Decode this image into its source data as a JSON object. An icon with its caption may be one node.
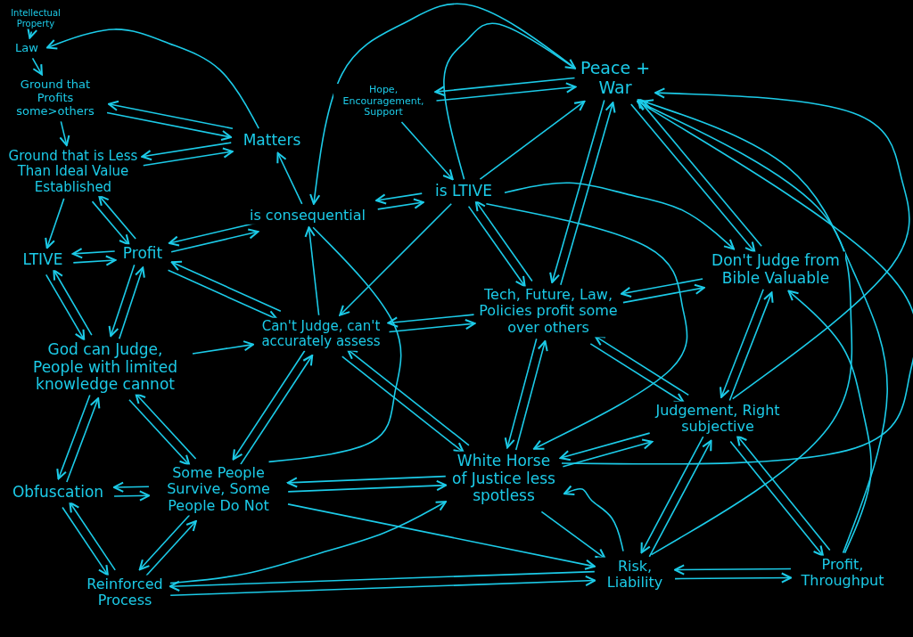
{
  "diagram": {
    "nodes": [
      {
        "text": [
          "Intellectual Property"
        ]
      },
      {
        "text": [
          "Law"
        ]
      },
      {
        "text": [
          "Ground that Profits some>others"
        ]
      },
      {
        "text": [
          "Ground that is Less Than Ideal Value Established"
        ]
      },
      {
        "text": [
          "Matters"
        ]
      },
      {
        "text": [
          "Hope, Encouragement, Support"
        ]
      },
      {
        "text": [
          "Peace + War"
        ]
      },
      {
        "text": [
          "is consequential"
        ]
      },
      {
        "text": [
          "is LTIVE"
        ]
      },
      {
        "text": [
          "LTIVE"
        ]
      },
      {
        "text": [
          "Profit"
        ]
      },
      {
        "text": [
          "Tech, Future, Law, Policies profit some over others"
        ]
      },
      {
        "text": [
          "Don't Judge from Bible Valuable"
        ]
      },
      {
        "text": [
          "Can't Judge, can't accurately assess"
        ]
      },
      {
        "text": [
          "God can Judge, People with limited knowledge cannot"
        ]
      },
      {
        "text": [
          "Judgement, Right subjective"
        ]
      },
      {
        "text": [
          "Obfuscation"
        ]
      },
      {
        "text": [
          "Some People Survive, Some People Do Not"
        ]
      },
      {
        "text": [
          "White Horse of Justice less spotless"
        ]
      },
      {
        "text": [
          "Reinforced Process"
        ]
      },
      {
        "text": [
          "Risk, Liability"
        ]
      },
      {
        "text": [
          "Profit, Throughput"
        ]
      }
    ],
    "edges": [
      {
        "from": 0,
        "to": 1,
        "arrow": "to"
      },
      {
        "from": 1,
        "to": 2,
        "arrow": "to"
      },
      {
        "from": 4,
        "to": 1,
        "arrow": "to"
      },
      {
        "from": 4,
        "to": 2,
        "arrow": "to"
      },
      {
        "from": 2,
        "to": 4,
        "arrow": "to"
      },
      {
        "from": 2,
        "to": 3,
        "arrow": "to"
      },
      {
        "from": 3,
        "to": 9,
        "arrow": "to"
      },
      {
        "from": 4,
        "to": 3,
        "arrow": "to"
      },
      {
        "from": 3,
        "to": 4,
        "arrow": "to"
      },
      {
        "from": 10,
        "to": 3,
        "arrow": "to"
      },
      {
        "from": 3,
        "to": 10,
        "arrow": "to"
      },
      {
        "from": 9,
        "to": 10,
        "arrow": "to"
      },
      {
        "from": 10,
        "to": 9,
        "arrow": "to"
      },
      {
        "from": 9,
        "to": 14,
        "arrow": "to"
      },
      {
        "from": 14,
        "to": 9,
        "arrow": "to"
      },
      {
        "from": 10,
        "to": 14,
        "arrow": "to"
      },
      {
        "from": 14,
        "to": 10,
        "arrow": "to"
      },
      {
        "from": 10,
        "to": 7,
        "arrow": "to"
      },
      {
        "from": 7,
        "to": 10,
        "arrow": "to"
      },
      {
        "from": 10,
        "to": 13,
        "arrow": "to"
      },
      {
        "from": 13,
        "to": 10,
        "arrow": "to"
      },
      {
        "from": 7,
        "to": 4,
        "arrow": "to"
      },
      {
        "from": 13,
        "to": 7,
        "arrow": "to"
      },
      {
        "from": 14,
        "to": 13,
        "arrow": "to"
      },
      {
        "from": 14,
        "to": 16,
        "arrow": "to"
      },
      {
        "from": 16,
        "to": 14,
        "arrow": "to"
      },
      {
        "from": 14,
        "to": 17,
        "arrow": "to"
      },
      {
        "from": 17,
        "to": 14,
        "arrow": "to"
      },
      {
        "from": 16,
        "to": 17,
        "arrow": "to"
      },
      {
        "from": 17,
        "to": 16,
        "arrow": "to"
      },
      {
        "from": 16,
        "to": 19,
        "arrow": "to"
      },
      {
        "from": 19,
        "to": 16,
        "arrow": "to"
      },
      {
        "from": 17,
        "to": 19,
        "arrow": "to"
      },
      {
        "from": 19,
        "to": 17,
        "arrow": "to"
      },
      {
        "from": 17,
        "to": 13,
        "arrow": "to"
      },
      {
        "from": 13,
        "to": 17,
        "arrow": "to"
      },
      {
        "from": 7,
        "to": 8,
        "arrow": "to"
      },
      {
        "from": 8,
        "to": 7,
        "arrow": "to"
      },
      {
        "from": 5,
        "to": 8,
        "arrow": "to"
      },
      {
        "from": 5,
        "to": 6,
        "arrow": "to"
      },
      {
        "from": 6,
        "to": 5,
        "arrow": "to"
      },
      {
        "from": 6,
        "to": 7,
        "arrow": "to"
      },
      {
        "from": 8,
        "to": 6,
        "arrow": "to"
      },
      {
        "from": 8,
        "to": 6,
        "arrow": "to"
      },
      {
        "from": 8,
        "to": 11,
        "arrow": "to"
      },
      {
        "from": 11,
        "to": 8,
        "arrow": "to"
      },
      {
        "from": 8,
        "to": 12,
        "arrow": "to"
      },
      {
        "from": 8,
        "to": 18,
        "arrow": "to"
      },
      {
        "from": 6,
        "to": 11,
        "arrow": "to"
      },
      {
        "from": 11,
        "to": 6,
        "arrow": "to"
      },
      {
        "from": 6,
        "to": 12,
        "arrow": "to"
      },
      {
        "from": 12,
        "to": 6,
        "arrow": "to"
      },
      {
        "from": 11,
        "to": 12,
        "arrow": "to"
      },
      {
        "from": 12,
        "to": 11,
        "arrow": "to"
      },
      {
        "from": 11,
        "to": 18,
        "arrow": "to"
      },
      {
        "from": 18,
        "to": 11,
        "arrow": "to"
      },
      {
        "from": 11,
        "to": 15,
        "arrow": "to"
      },
      {
        "from": 15,
        "to": 11,
        "arrow": "to"
      },
      {
        "from": 18,
        "to": 13,
        "arrow": "to"
      },
      {
        "from": 13,
        "to": 18,
        "arrow": "to"
      },
      {
        "from": 8,
        "to": 13,
        "arrow": "to"
      },
      {
        "from": 11,
        "to": 13,
        "arrow": "to"
      },
      {
        "from": 13,
        "to": 11,
        "arrow": "to"
      },
      {
        "from": 7,
        "to": 17,
        "arrow": "none"
      },
      {
        "from": 18,
        "to": 17,
        "arrow": "to"
      },
      {
        "from": 17,
        "to": 18,
        "arrow": "to"
      },
      {
        "from": 17,
        "to": 20,
        "arrow": "to"
      },
      {
        "from": 19,
        "to": 18,
        "arrow": "to"
      },
      {
        "from": 19,
        "to": 20,
        "arrow": "to"
      },
      {
        "from": 20,
        "to": 19,
        "arrow": "to"
      },
      {
        "from": 18,
        "to": 15,
        "arrow": "to"
      },
      {
        "from": 15,
        "to": 18,
        "arrow": "to"
      },
      {
        "from": 18,
        "to": 20,
        "arrow": "to"
      },
      {
        "from": 20,
        "to": 18,
        "arrow": "to"
      },
      {
        "from": 15,
        "to": 20,
        "arrow": "to"
      },
      {
        "from": 20,
        "to": 15,
        "arrow": "to"
      },
      {
        "from": 15,
        "to": 12,
        "arrow": "to"
      },
      {
        "from": 12,
        "to": 15,
        "arrow": "to"
      },
      {
        "from": 15,
        "to": 21,
        "arrow": "to"
      },
      {
        "from": 21,
        "to": 15,
        "arrow": "to"
      },
      {
        "from": 20,
        "to": 21,
        "arrow": "to"
      },
      {
        "from": 21,
        "to": 20,
        "arrow": "to"
      },
      {
        "from": 21,
        "to": 12,
        "arrow": "to"
      },
      {
        "from": 20,
        "to": 6,
        "arrow": "to"
      },
      {
        "from": 15,
        "to": 6,
        "arrow": "to"
      },
      {
        "from": 18,
        "to": 6,
        "arrow": "to"
      },
      {
        "from": 21,
        "to": 6,
        "arrow": "to"
      }
    ]
  }
}
